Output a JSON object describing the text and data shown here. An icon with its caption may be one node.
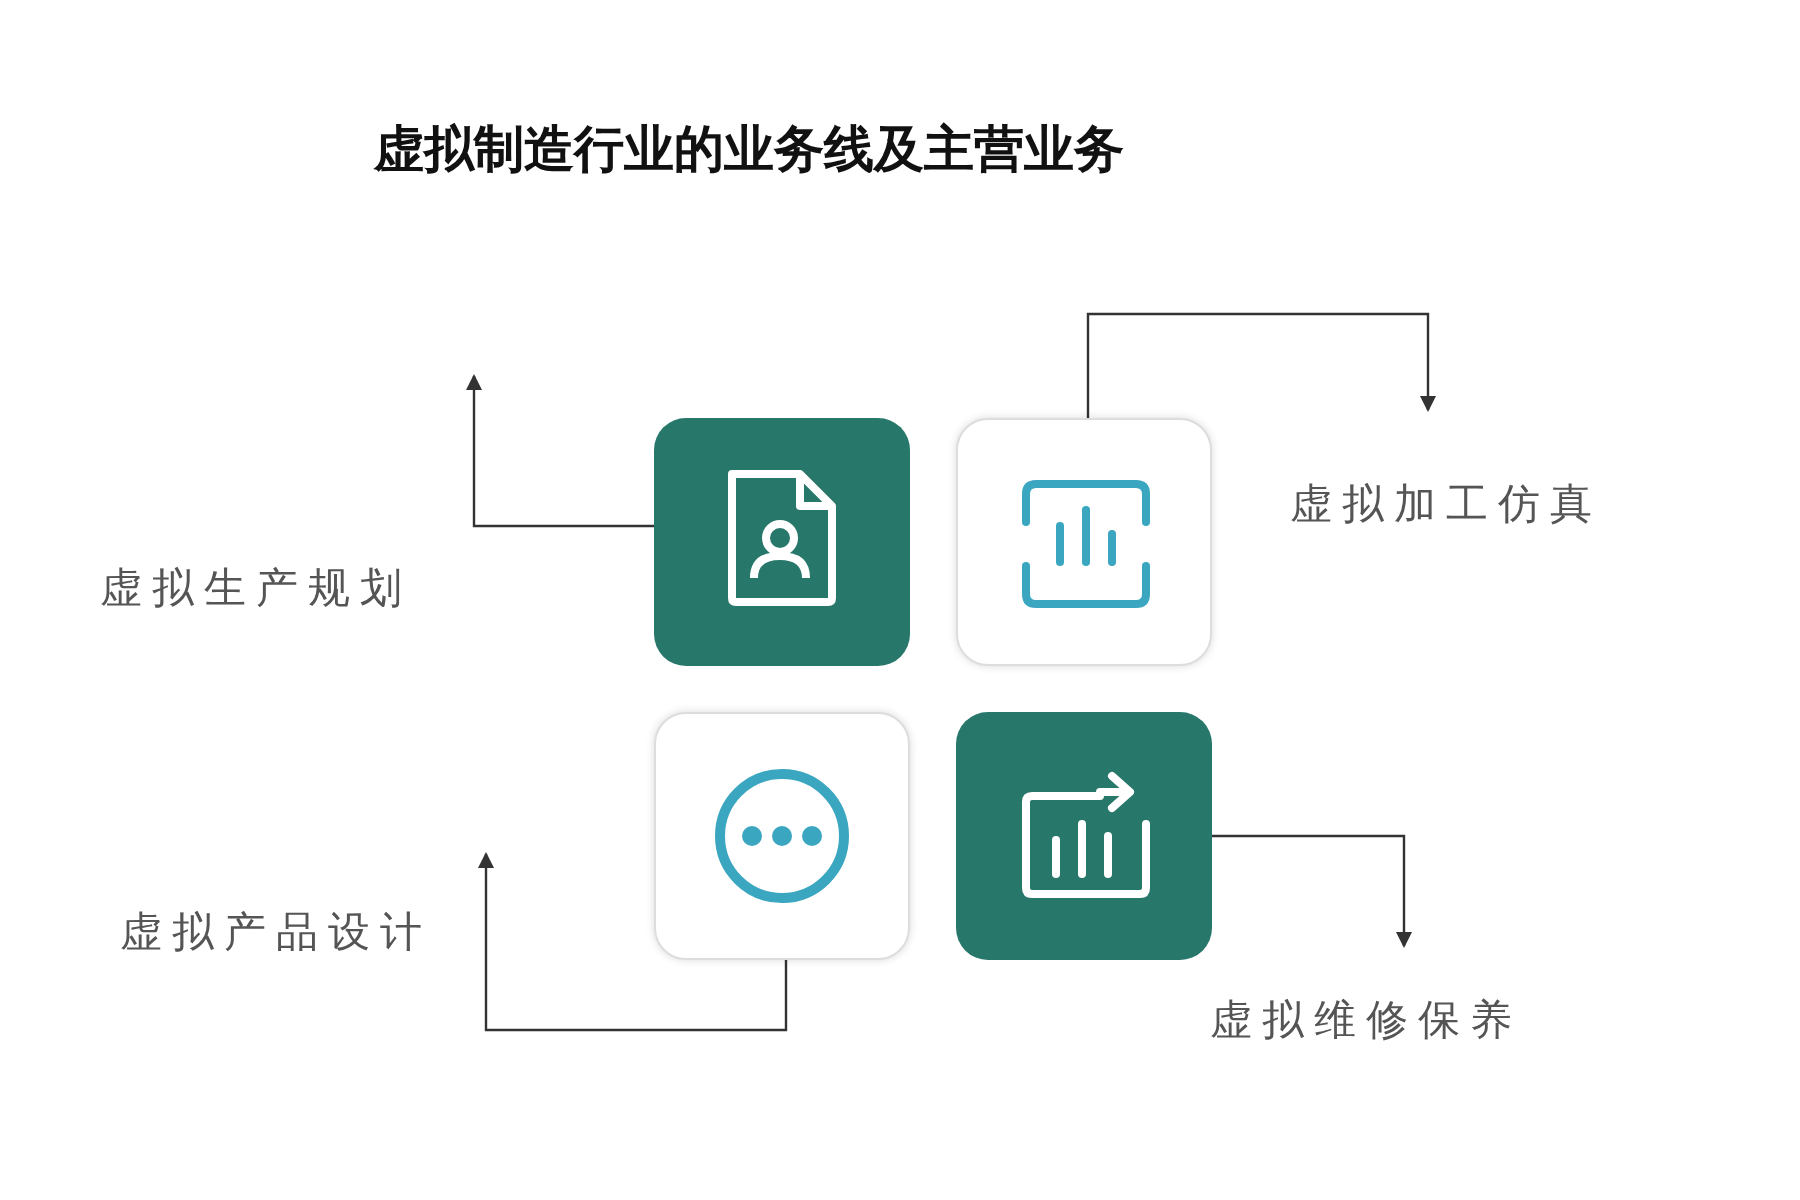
{
  "diagram": {
    "title": "虚拟制造行业的业务线及主营业务",
    "nodes": [
      {
        "text": [],
        "shape": "box"
      },
      {
        "text": [],
        "shape": "box"
      },
      {
        "text": [],
        "shape": "box"
      },
      {
        "text": [],
        "shape": "box"
      }
    ],
    "edges": [
      {
        "from": 0,
        "to": null,
        "arrow": "to"
      },
      {
        "from": 1,
        "to": null,
        "arrow": "to"
      },
      {
        "from": 2,
        "to": null,
        "arrow": "to"
      },
      {
        "from": 3,
        "to": null,
        "arrow": "to"
      }
    ],
    "labels": [
      "虚拟加工仿真",
      "虚拟生产规划",
      "虚拟产品设计",
      "虚拟维修保养"
    ]
  }
}
